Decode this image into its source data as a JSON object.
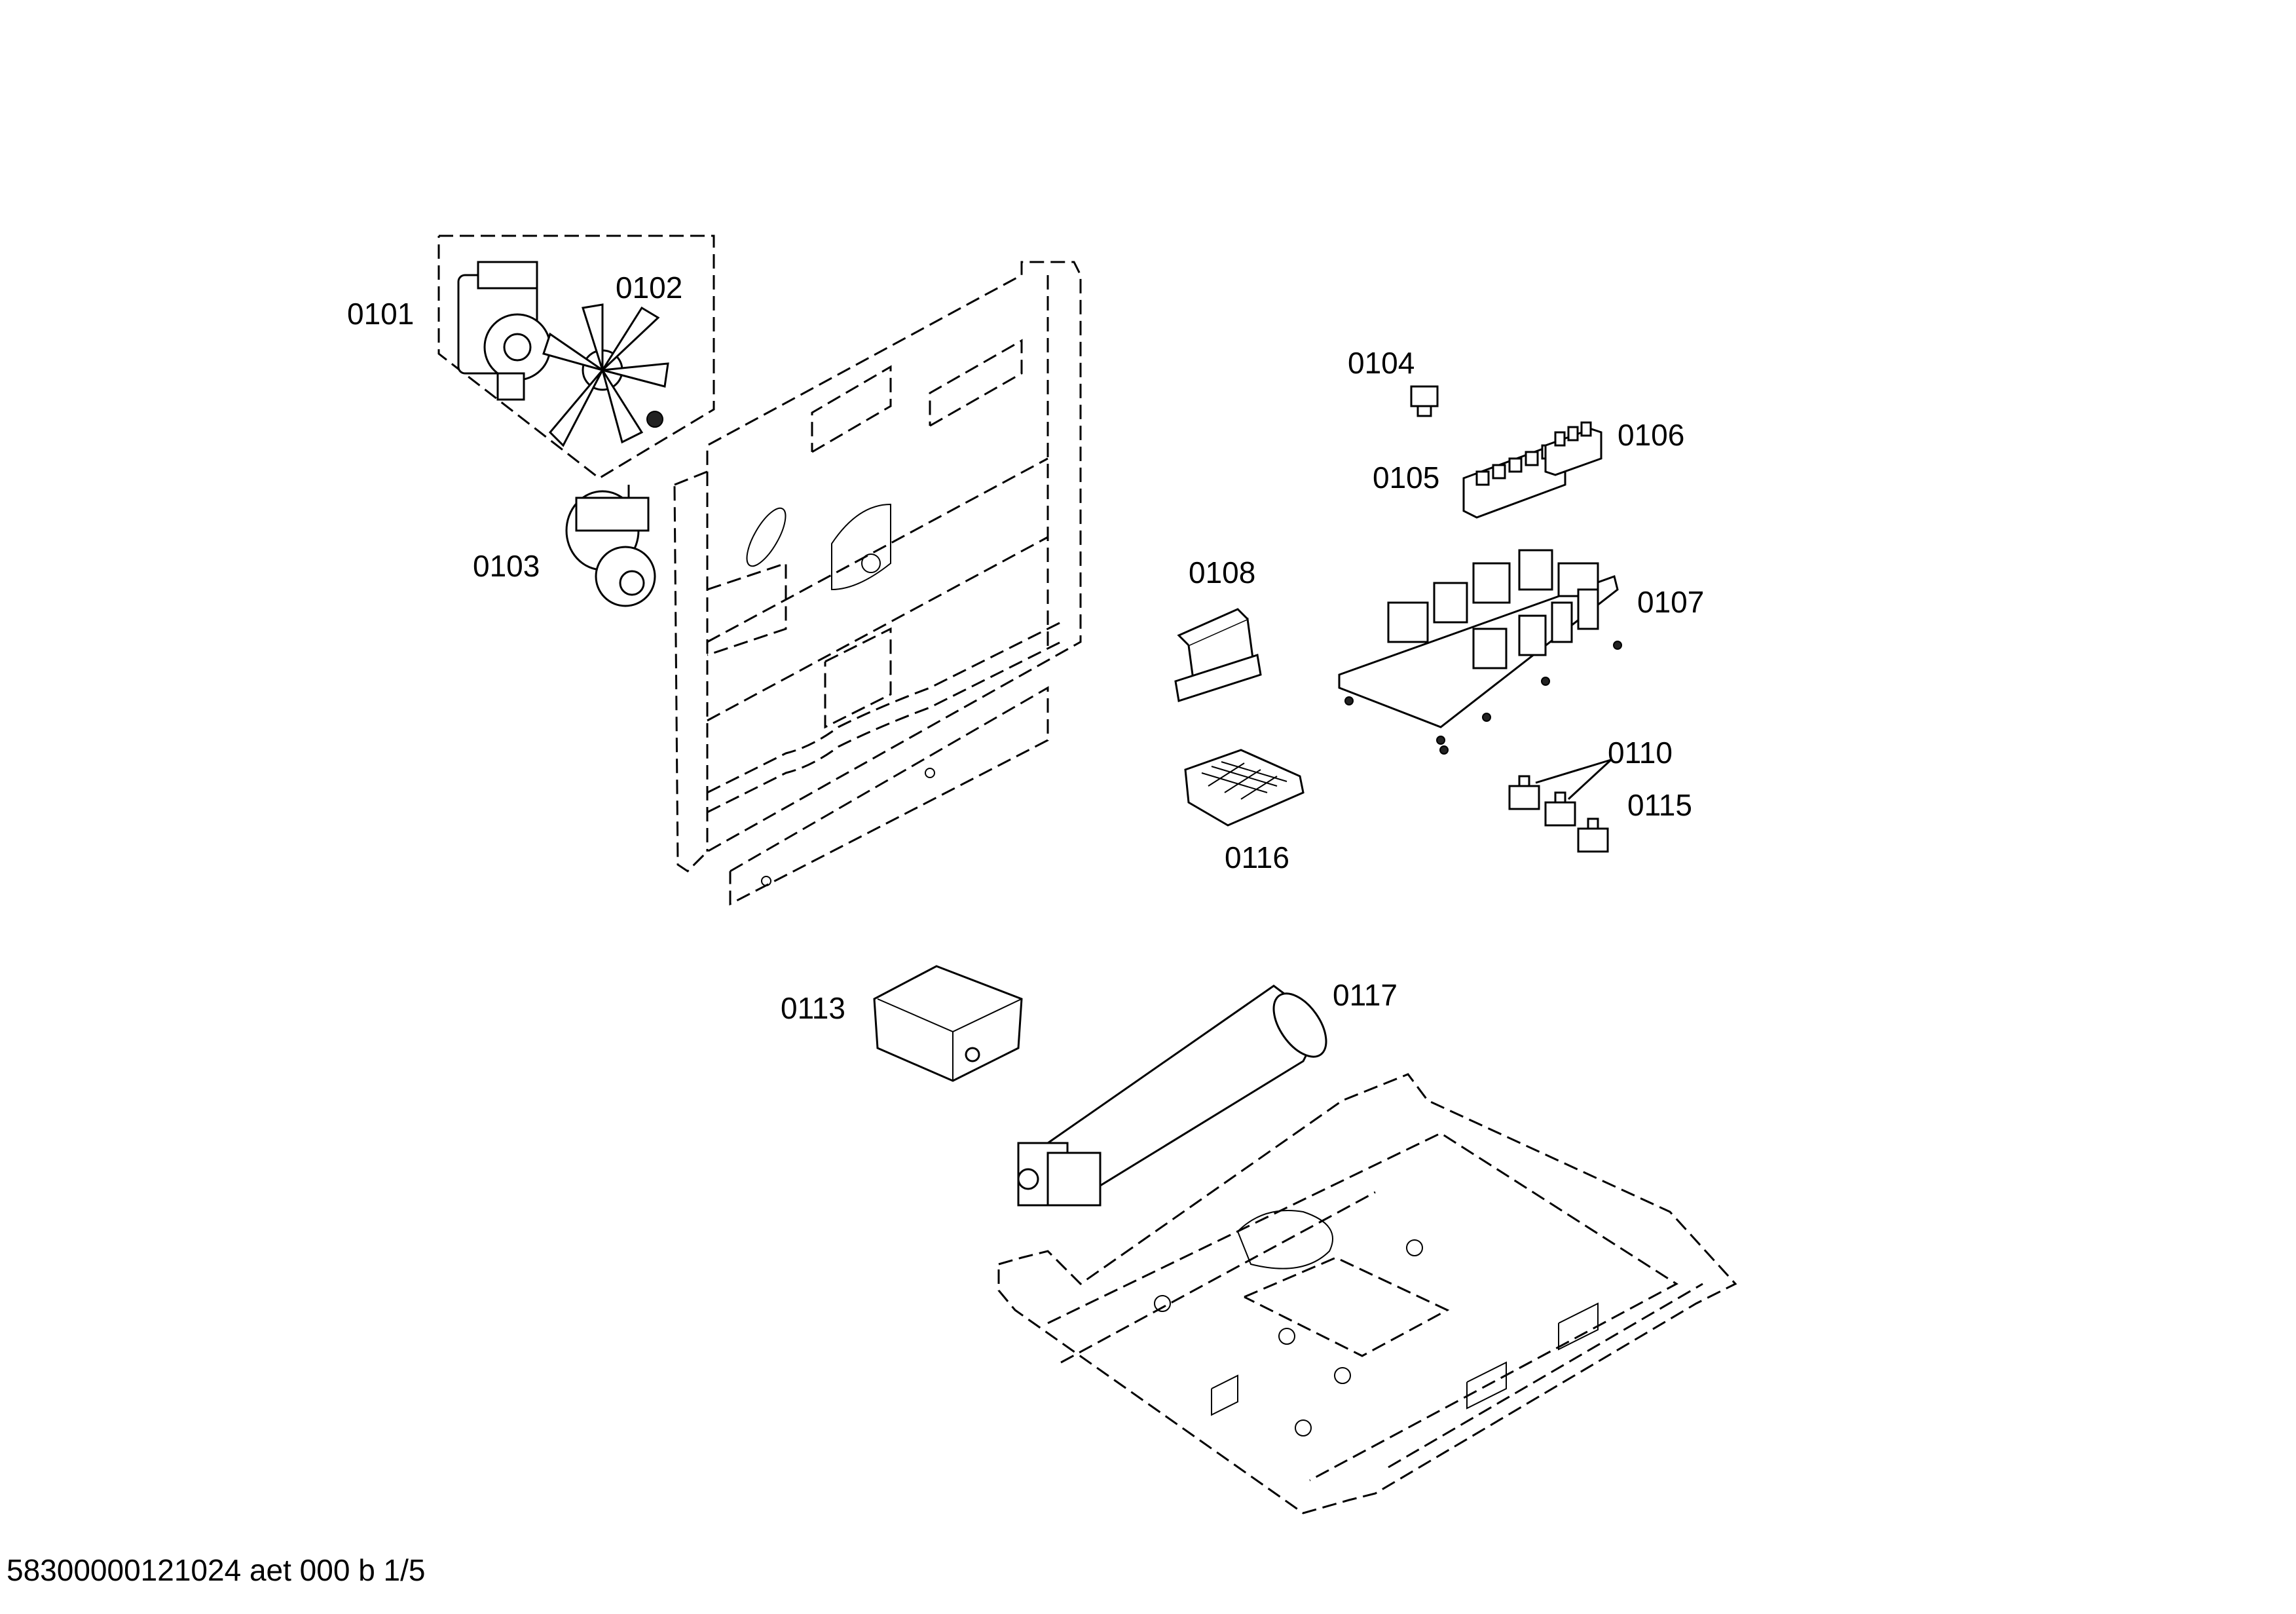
{
  "part_labels": {
    "p0101": "0101",
    "p0102": "0102",
    "p0103": "0103",
    "p0104": "0104",
    "p0105": "0105",
    "p0106": "0106",
    "p0107": "0107",
    "p0108": "0108",
    "p0110": "0110",
    "p0113": "0113",
    "p0115": "0115",
    "p0116": "0116",
    "p0117": "0117"
  },
  "footer": {
    "document_code": "58300000121024 aet 000 b 1/5"
  }
}
